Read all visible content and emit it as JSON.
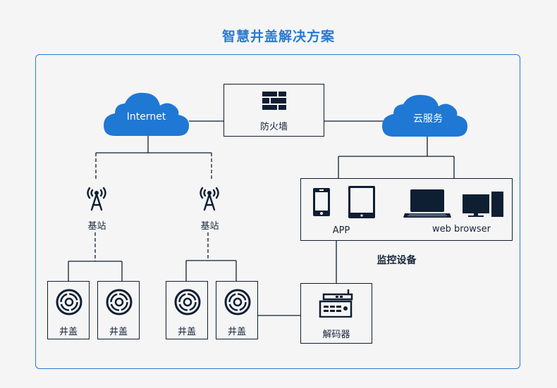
{
  "title": "智慧井盖解决方案",
  "colors": {
    "accent": "#2a7ad2",
    "cloud_fill": "#1f78d4",
    "ink": "#0e1e33",
    "background": "#f5f5f5"
  },
  "nodes": {
    "internet": {
      "label": "Internet",
      "icon": "cloud-icon"
    },
    "firewall": {
      "label": "防火墙",
      "icon": "brick-wall-icon"
    },
    "cloud_service": {
      "label": "云服务",
      "icon": "cloud-icon"
    },
    "base_station_1": {
      "label": "基站",
      "icon": "cell-tower-icon"
    },
    "base_station_2": {
      "label": "基站",
      "icon": "cell-tower-icon"
    },
    "manhole_covers": [
      {
        "label": "井盖",
        "icon": "manhole-cover-icon"
      },
      {
        "label": "井盖",
        "icon": "manhole-cover-icon"
      },
      {
        "label": "井盖",
        "icon": "manhole-cover-icon"
      },
      {
        "label": "井盖",
        "icon": "manhole-cover-icon"
      }
    ],
    "decoder": {
      "label": "解码器",
      "icon": "radio-receiver-icon"
    },
    "monitoring": {
      "group_label": "监控设备",
      "app_label": "APP",
      "web_label": "web browser",
      "icons": [
        "smartphone-icon",
        "tablet-icon",
        "laptop-icon",
        "desktop-icon"
      ]
    }
  },
  "connections": [
    {
      "from": "internet",
      "to": "firewall",
      "style": "solid"
    },
    {
      "from": "firewall",
      "to": "cloud_service",
      "style": "solid"
    },
    {
      "from": "internet",
      "to": "base_station_1",
      "style": "dashed"
    },
    {
      "from": "internet",
      "to": "base_station_2",
      "style": "dashed"
    },
    {
      "from": "base_station_1",
      "to": "manhole_cover_1",
      "style": "dashed"
    },
    {
      "from": "base_station_1",
      "to": "manhole_cover_2",
      "style": "dashed"
    },
    {
      "from": "base_station_2",
      "to": "manhole_cover_3",
      "style": "dashed"
    },
    {
      "from": "base_station_2",
      "to": "manhole_cover_4",
      "style": "dashed"
    },
    {
      "from": "cloud_service",
      "to": "monitoring",
      "style": "solid"
    },
    {
      "from": "monitoring",
      "to": "decoder",
      "style": "solid"
    },
    {
      "from": "manhole_cover_4",
      "to": "decoder",
      "style": "solid"
    }
  ]
}
